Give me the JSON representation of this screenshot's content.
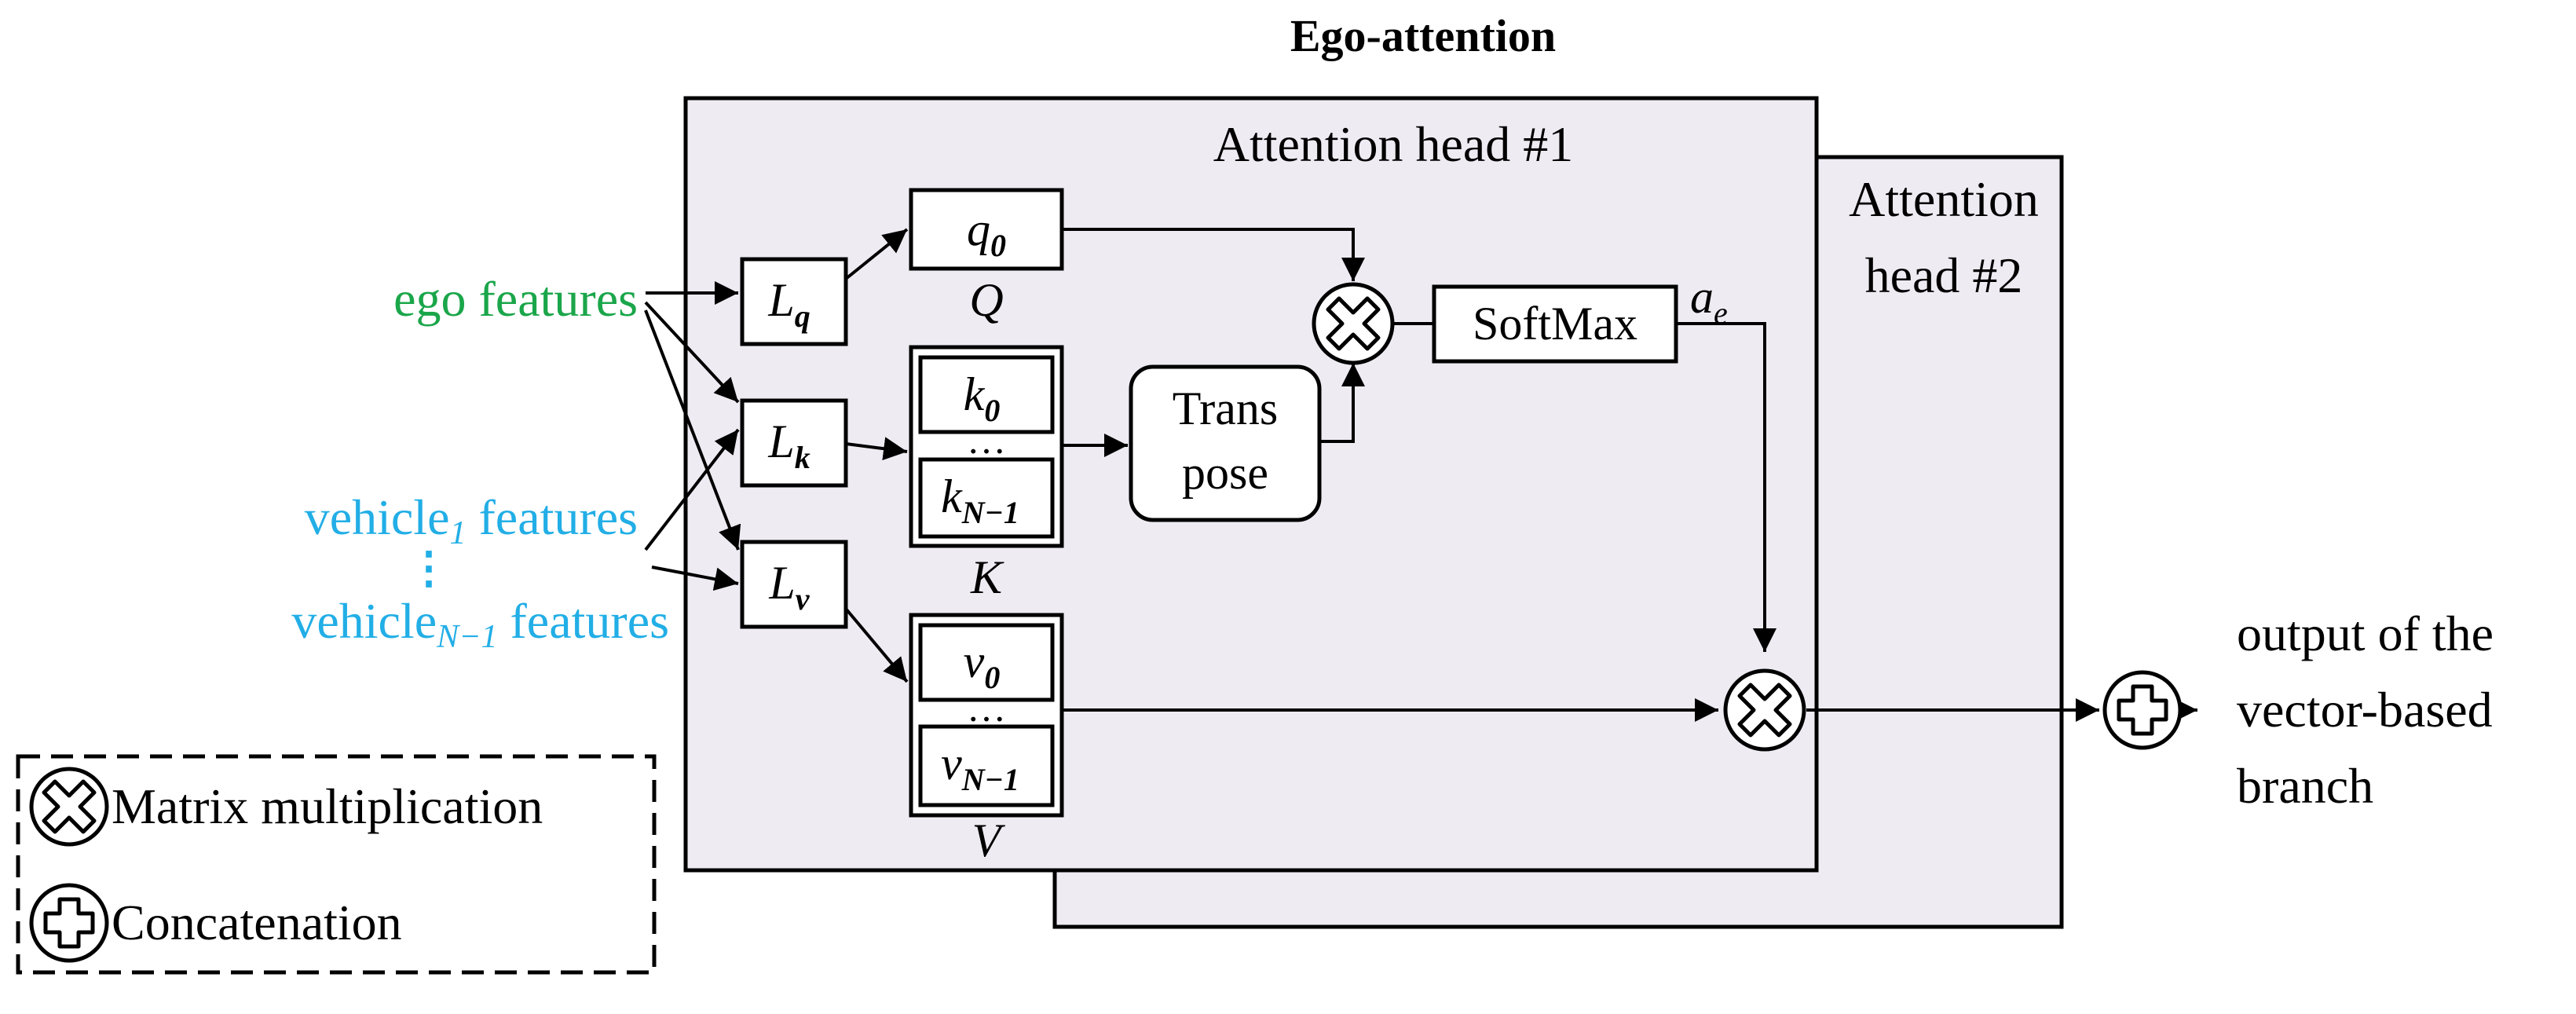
{
  "title": "Ego-attention",
  "heads": {
    "head1_label": "Attention head #1",
    "head2_label_line1": "Attention",
    "head2_label_line2": "head #2"
  },
  "inputs": {
    "ego": "ego features",
    "vehicle1_prefix": "vehicle",
    "vehicle1_sub": "1",
    "vehicle1_suffix": " features",
    "ellipsis": "⋮",
    "vehicleN_prefix": "vehicle",
    "vehicleN_sub": "N−1",
    "vehicleN_suffix": " features"
  },
  "linear": {
    "lq_base": "L",
    "lq_sub": "q",
    "lk_base": "L",
    "lk_sub": "k",
    "lv_base": "L",
    "lv_sub": "v"
  },
  "query": {
    "base": "q",
    "sub": "0",
    "label": "Q"
  },
  "keys": {
    "first_base": "k",
    "first_sub": "0",
    "dots": "…",
    "last_base": "k",
    "last_sub": "N−1",
    "label": "K"
  },
  "values": {
    "first_base": "v",
    "first_sub": "0",
    "dots": "…",
    "last_base": "v",
    "last_sub": "N−1",
    "label": "V"
  },
  "transpose": {
    "line1": "Trans",
    "line2": "pose"
  },
  "softmax": {
    "label": "SoftMax",
    "out_base": "a",
    "out_sub": "e"
  },
  "output": {
    "line1": "output of the",
    "line2": "vector-based",
    "line3": "branch"
  },
  "legend": {
    "matmul": "Matrix multiplication",
    "concat": "Concatenation"
  },
  "colors": {
    "ego_text": "#1aa64a",
    "vehicle_text": "#22aee6",
    "panel_fill": "#efebf3",
    "stroke": "#000000"
  }
}
